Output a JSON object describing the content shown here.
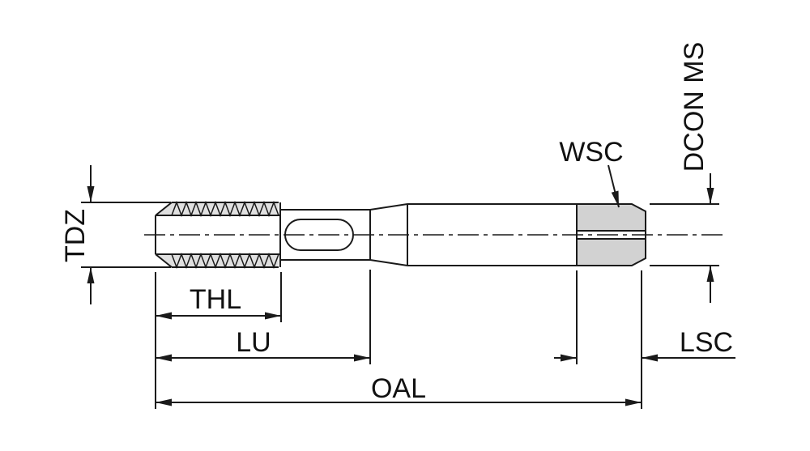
{
  "diagram": {
    "type": "technical-dimension-drawing",
    "subject": "machine-tap-side-view",
    "labels": {
      "tdz": "TDZ",
      "thl": "THL",
      "lu": "LU",
      "oal": "OAL",
      "wsc": "WSC",
      "dcon_ms": "DCON MS",
      "lsc": "LSC"
    },
    "colors": {
      "line": "#1a1a1a",
      "thread_shade": "#e0e0e0",
      "square_shade": "#d2d2d2",
      "background": "#ffffff"
    }
  }
}
